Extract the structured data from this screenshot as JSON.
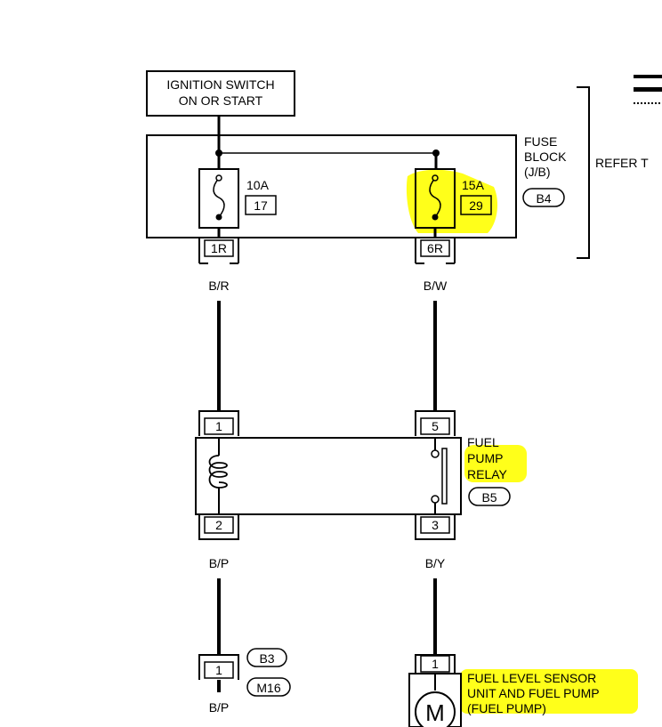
{
  "colors": {
    "line": "#000000",
    "highlight": "#ffff1a",
    "background": "#ffffff"
  },
  "ignition": {
    "line1": "IGNITION SWITCH",
    "line2": "ON OR START"
  },
  "fuse_block": {
    "line1": "FUSE",
    "line2": "BLOCK",
    "line3": "(J/B)",
    "connector": "B4",
    "fuse_left": {
      "rating": "10A",
      "number": "17",
      "terminal": "1R"
    },
    "fuse_right": {
      "rating": "15A",
      "number": "29",
      "terminal": "6R"
    }
  },
  "refer_text": "REFER T",
  "wires": {
    "left_upper": "B/R",
    "right_upper": "B/W",
    "left_lower": "B/P",
    "right_lower": "B/Y",
    "bottom": "B/P"
  },
  "relay": {
    "line1": "FUEL",
    "line2": "PUMP",
    "line3": "RELAY",
    "connector": "B5",
    "pins": {
      "top_left": "1",
      "top_right": "5",
      "bottom_left": "2",
      "bottom_right": "3"
    }
  },
  "ground": {
    "pin": "1",
    "conn1": "B3",
    "conn2": "M16"
  },
  "fuel_pump": {
    "pin": "1",
    "line1": "FUEL LEVEL SENSOR",
    "line2": "UNIT AND FUEL PUMP",
    "line3": "(FUEL PUMP)",
    "motor": "M"
  }
}
